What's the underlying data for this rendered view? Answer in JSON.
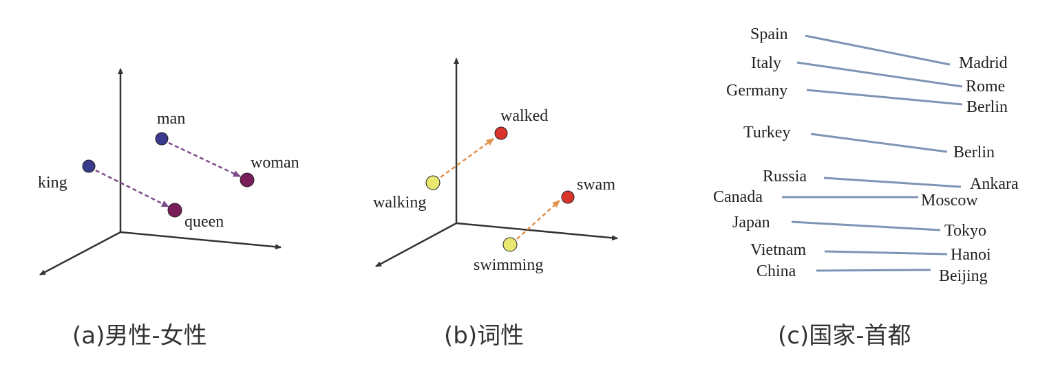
{
  "panels": {
    "a": {
      "caption": "(a)男性-女性",
      "points": {
        "man": {
          "label": "man",
          "color": "#3a3a8c"
        },
        "woman": {
          "label": "woman",
          "color": "#7a1e5a"
        },
        "king": {
          "label": "king",
          "color": "#3a3a8c"
        },
        "queen": {
          "label": "queen",
          "color": "#7a1e5a"
        }
      },
      "arrow_color": "#7b4a8a"
    },
    "b": {
      "caption": "(b)词性",
      "points": {
        "walked": {
          "label": "walked",
          "color": "#d9342b"
        },
        "walking": {
          "label": "walking",
          "color": "#e8e870"
        },
        "swam": {
          "label": "swam",
          "color": "#d9342b"
        },
        "swimming": {
          "label": "swimming",
          "color": "#e8e870"
        }
      },
      "arrow_color": "#e0914a"
    },
    "c": {
      "caption": "(c)国家-首都",
      "line_color": "#7f93b4",
      "countries": [
        "Spain",
        "Italy",
        "Germany",
        "Turkey",
        "Russia",
        "Canada",
        "Japan",
        "Vietnam",
        "China"
      ],
      "capitals": [
        "Madrid",
        "Rome",
        "Berlin",
        "Berlin",
        "Ankara",
        "Moscow",
        "Tokyo",
        "Hanoi",
        "Beijing"
      ]
    }
  }
}
